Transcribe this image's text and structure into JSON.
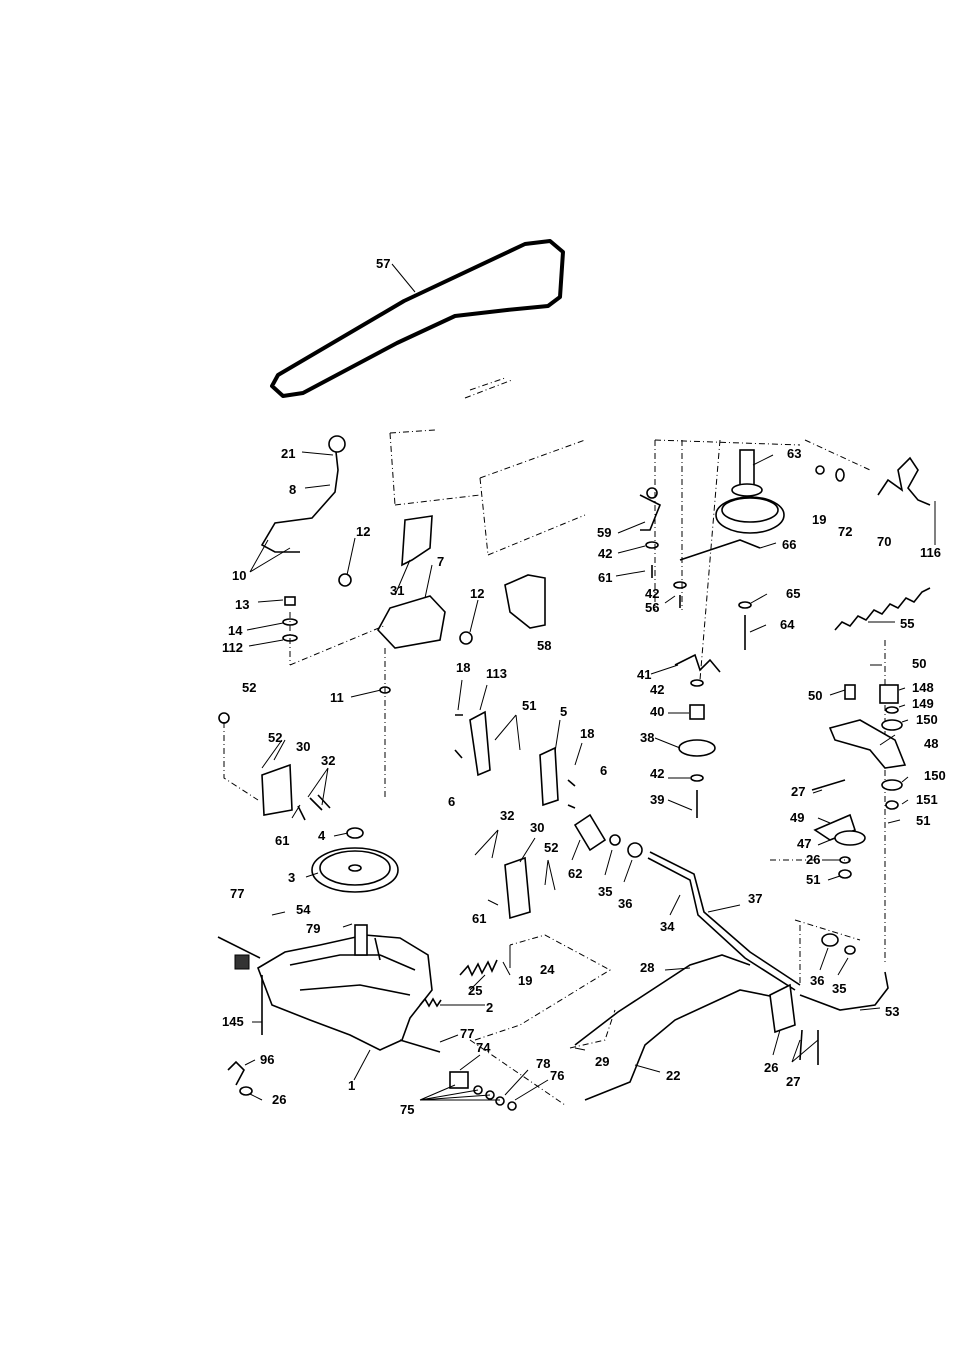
{
  "labels": {
    "c57": "57",
    "c21": "21",
    "c8": "8",
    "c10": "10",
    "c12a": "12",
    "c31": "31",
    "c7": "7",
    "c12b": "12",
    "c58": "58",
    "c13": "13",
    "c14": "14",
    "c112": "112",
    "c11": "11",
    "c52a": "52",
    "c52b": "52",
    "c30a": "30",
    "c32a": "32",
    "c61a": "61",
    "c4": "4",
    "c3": "3",
    "c77a": "77",
    "c54": "54",
    "c79": "79",
    "c145": "145",
    "c96": "96",
    "c26a": "26",
    "c1": "1",
    "c75": "75",
    "c74": "74",
    "c78": "78",
    "c76": "76",
    "c77b": "77",
    "c2": "2",
    "c25": "25",
    "c19a": "19",
    "c24": "24",
    "c18a": "18",
    "c113": "113",
    "c51a": "51",
    "c5": "5",
    "c18b": "18",
    "c6a": "6",
    "c6b": "6",
    "c32b": "32",
    "c30b": "30",
    "c52c": "52",
    "c61b": "61",
    "c62": "62",
    "c35a": "35",
    "c36a": "36",
    "c34": "34",
    "c37": "37",
    "c28": "28",
    "c29": "29",
    "c22": "22",
    "c26b": "26",
    "c27a": "27",
    "c36b": "36",
    "c35b": "35",
    "c53": "53",
    "c63": "63",
    "c19b": "19",
    "c72": "72",
    "c70": "70",
    "c116": "116",
    "c59": "59",
    "c42a": "42",
    "c61c": "61",
    "c66": "66",
    "c42b": "42",
    "c56": "56",
    "c65": "65",
    "c64": "64",
    "c55": "55",
    "c41": "41",
    "c42c": "42",
    "c40": "40",
    "c38": "38",
    "c42d": "42",
    "c39": "39",
    "c50a": "50",
    "c50b": "50",
    "c148": "148",
    "c149": "149",
    "c150a": "150",
    "c48": "48",
    "c27b": "27",
    "c150b": "150",
    "c151": "151",
    "c49": "49",
    "c51b": "51",
    "c47": "47",
    "c26c": "26",
    "c51c": "51"
  }
}
